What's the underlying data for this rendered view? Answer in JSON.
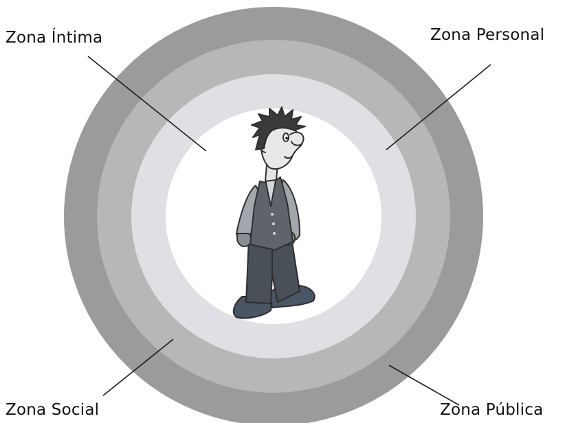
{
  "colors": {
    "zona_publica": "#9b9b9b",
    "zona_social": "#b7b7b7",
    "zona_personal": "#e0e0e4",
    "zona_intima": "#ffffff",
    "leader_line": "#1a1a1a",
    "text": "#111111"
  },
  "labels": {
    "intima": "Zona Íntima",
    "personal": "Zona Personal",
    "social": "Zona Social",
    "publica": "Zona Pública"
  },
  "figure": {
    "icon": "standing-person-icon"
  }
}
